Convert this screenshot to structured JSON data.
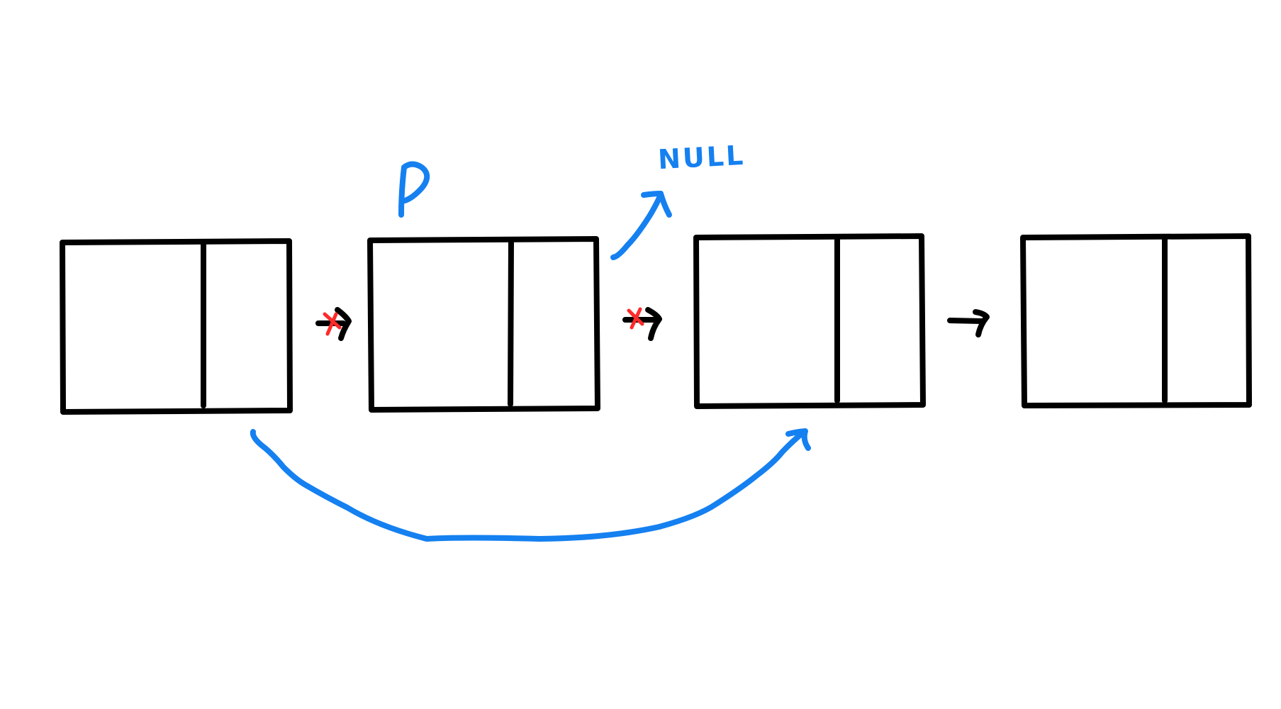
{
  "diagram": {
    "pointer_label": "P",
    "null_label": "NULL",
    "node_count": 4,
    "colors": {
      "ink": "#000000",
      "annotation": "#1580f0",
      "cross": "#ff2a2a",
      "background": "#ffffff"
    }
  }
}
